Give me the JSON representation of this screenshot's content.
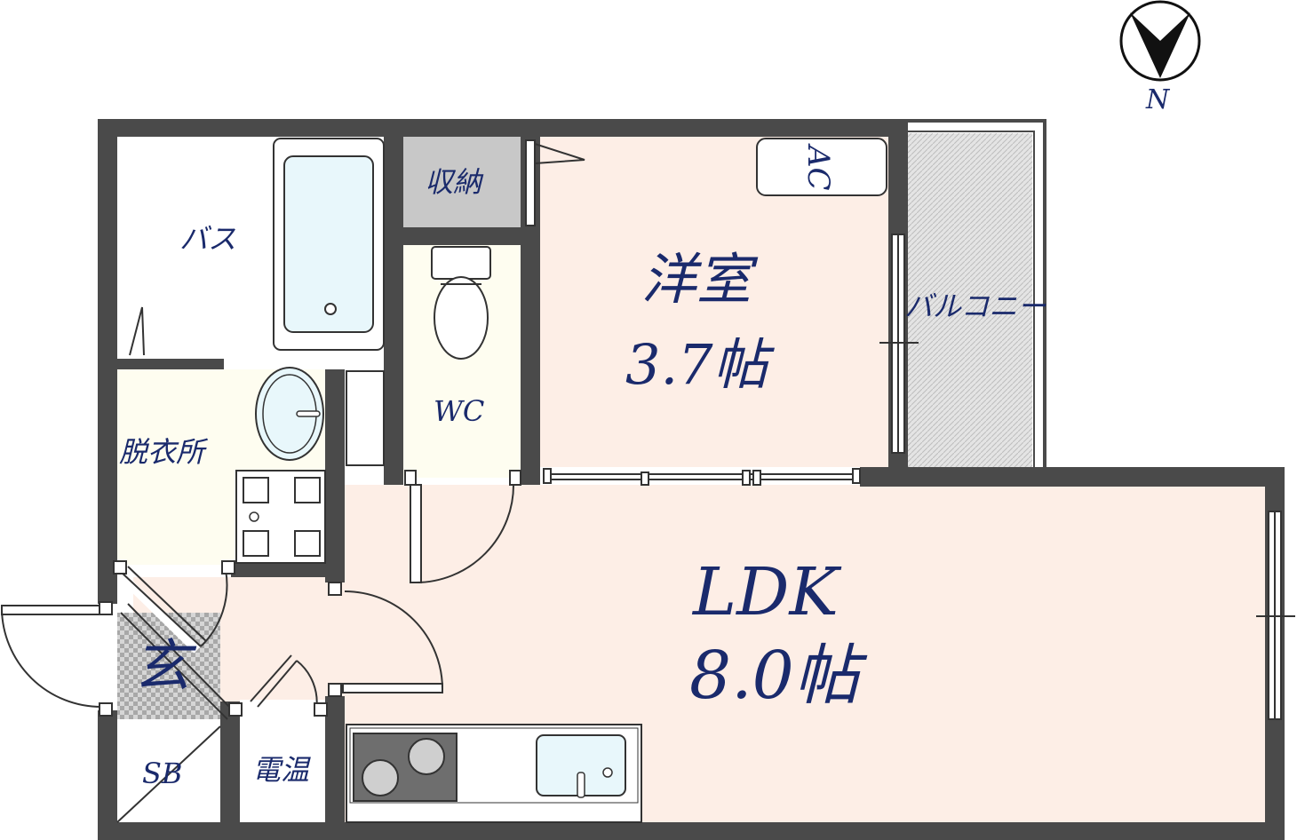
{
  "compass": {
    "letter": "N"
  },
  "rooms": {
    "bath": "バス",
    "storage": "収納",
    "western_room_name": "洋室",
    "western_room_size": "3.7帖",
    "ac": "AC",
    "balcony": "バルコニー",
    "wc": "WC",
    "dressing": "脱衣所",
    "ldk_name": "LDK",
    "ldk_size": "8.0帖",
    "entrance": "玄",
    "sb": "SB",
    "water_heater": "電温"
  },
  "colors": {
    "wall": "#4a4a4a",
    "ldk_floor": "#fdeee6",
    "wet_floor": "#fefdf0",
    "balcony": "#d8d8d8",
    "storage": "#c8c8c8",
    "fixture": "#e8f7fb",
    "label": "#1a2a6c"
  }
}
